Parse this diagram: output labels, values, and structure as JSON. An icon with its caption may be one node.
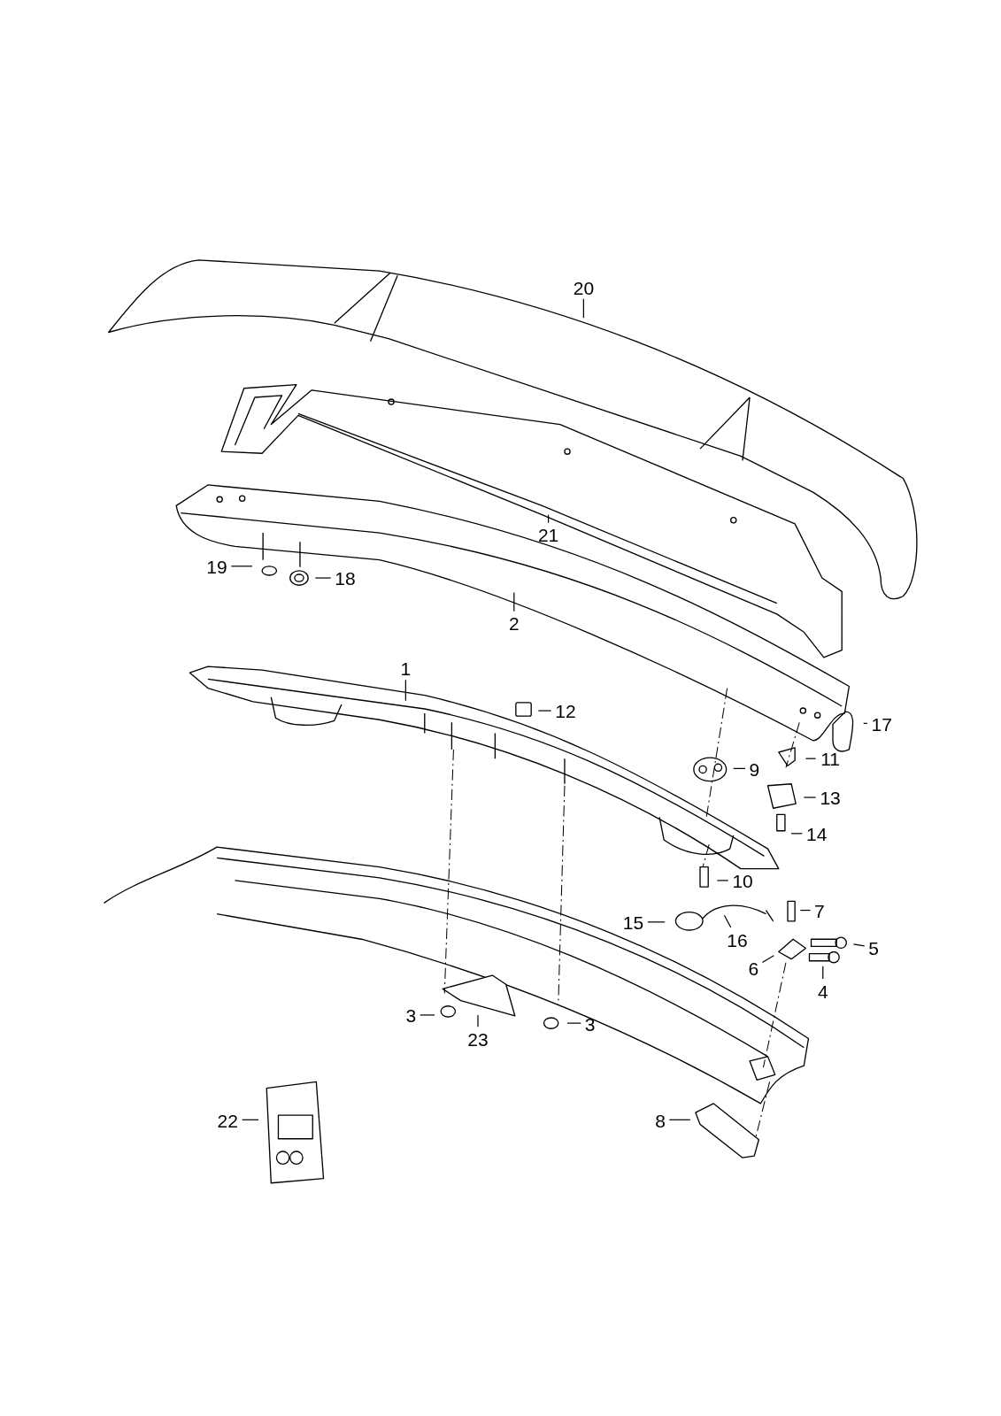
{
  "diagram": {
    "nodes": [
      {
        "text": [
          "20"
        ]
      },
      {
        "text": [
          "21"
        ]
      },
      {
        "text": [
          "19"
        ]
      },
      {
        "text": [
          "18"
        ]
      },
      {
        "text": [
          "2"
        ]
      },
      {
        "text": [
          "1"
        ]
      },
      {
        "text": [
          "12"
        ]
      },
      {
        "text": [
          "17"
        ]
      },
      {
        "text": [
          "11"
        ]
      },
      {
        "text": [
          "9"
        ]
      },
      {
        "text": [
          "13"
        ]
      },
      {
        "text": [
          "14"
        ]
      },
      {
        "text": [
          "10"
        ]
      },
      {
        "text": [
          "7"
        ]
      },
      {
        "text": [
          "15"
        ]
      },
      {
        "text": [
          "16"
        ]
      },
      {
        "text": [
          "5"
        ]
      },
      {
        "text": [
          "6"
        ]
      },
      {
        "text": [
          "4"
        ]
      },
      {
        "text": [
          "3"
        ]
      },
      {
        "text": [
          "3"
        ]
      },
      {
        "text": [
          "23"
        ]
      },
      {
        "text": [
          "22"
        ]
      },
      {
        "text": [
          "8"
        ]
      }
    ],
    "edges": [
      {
        "from": 0,
        "to": null,
        "arrow": "none"
      },
      {
        "from": 1,
        "to": null,
        "arrow": "none"
      },
      {
        "from": 2,
        "to": null,
        "arrow": "none"
      },
      {
        "from": 3,
        "to": null,
        "arrow": "none"
      },
      {
        "from": 4,
        "to": null,
        "arrow": "none"
      },
      {
        "from": 5,
        "to": null,
        "arrow": "none"
      },
      {
        "from": 6,
        "to": null,
        "arrow": "none"
      },
      {
        "from": 7,
        "to": null,
        "arrow": "none"
      },
      {
        "from": 8,
        "to": null,
        "arrow": "none"
      },
      {
        "from": 9,
        "to": null,
        "arrow": "none"
      },
      {
        "from": 10,
        "to": null,
        "arrow": "none"
      },
      {
        "from": 11,
        "to": null,
        "arrow": "none"
      },
      {
        "from": 12,
        "to": null,
        "arrow": "none"
      },
      {
        "from": 13,
        "to": null,
        "arrow": "none"
      },
      {
        "from": 14,
        "to": null,
        "arrow": "none"
      },
      {
        "from": 15,
        "to": null,
        "arrow": "none"
      },
      {
        "from": 16,
        "to": null,
        "arrow": "none"
      },
      {
        "from": 17,
        "to": null,
        "arrow": "none"
      },
      {
        "from": 18,
        "to": null,
        "arrow": "none"
      },
      {
        "from": 19,
        "to": null,
        "arrow": "none"
      },
      {
        "from": 20,
        "to": null,
        "arrow": "none"
      },
      {
        "from": 21,
        "to": null,
        "arrow": "none"
      },
      {
        "from": 22,
        "to": null,
        "arrow": "none"
      },
      {
        "from": 23,
        "to": null,
        "arrow": "none"
      }
    ]
  }
}
